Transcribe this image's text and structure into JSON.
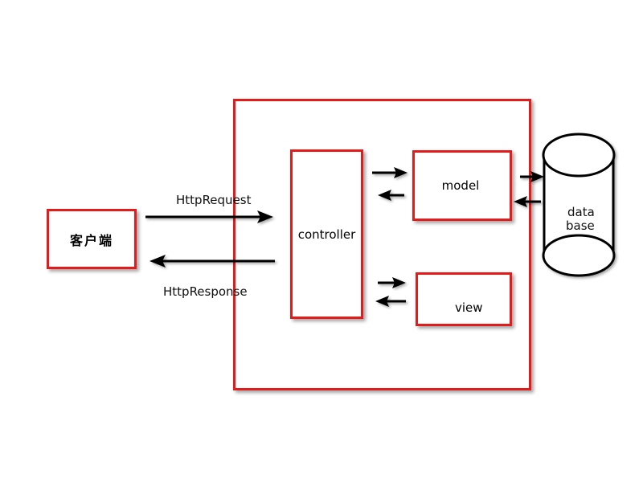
{
  "client": {
    "label": "客户端"
  },
  "server": {
    "controller": {
      "label": "controller"
    },
    "model": {
      "label": "model"
    },
    "view": {
      "label": "view"
    }
  },
  "database": {
    "line1": "data",
    "line2": "base"
  },
  "arrows": {
    "request_label": "HttpRequest",
    "response_label": "HttpResponse"
  },
  "colors": {
    "box_border": "#e31b1b",
    "arrow": "#000000"
  }
}
